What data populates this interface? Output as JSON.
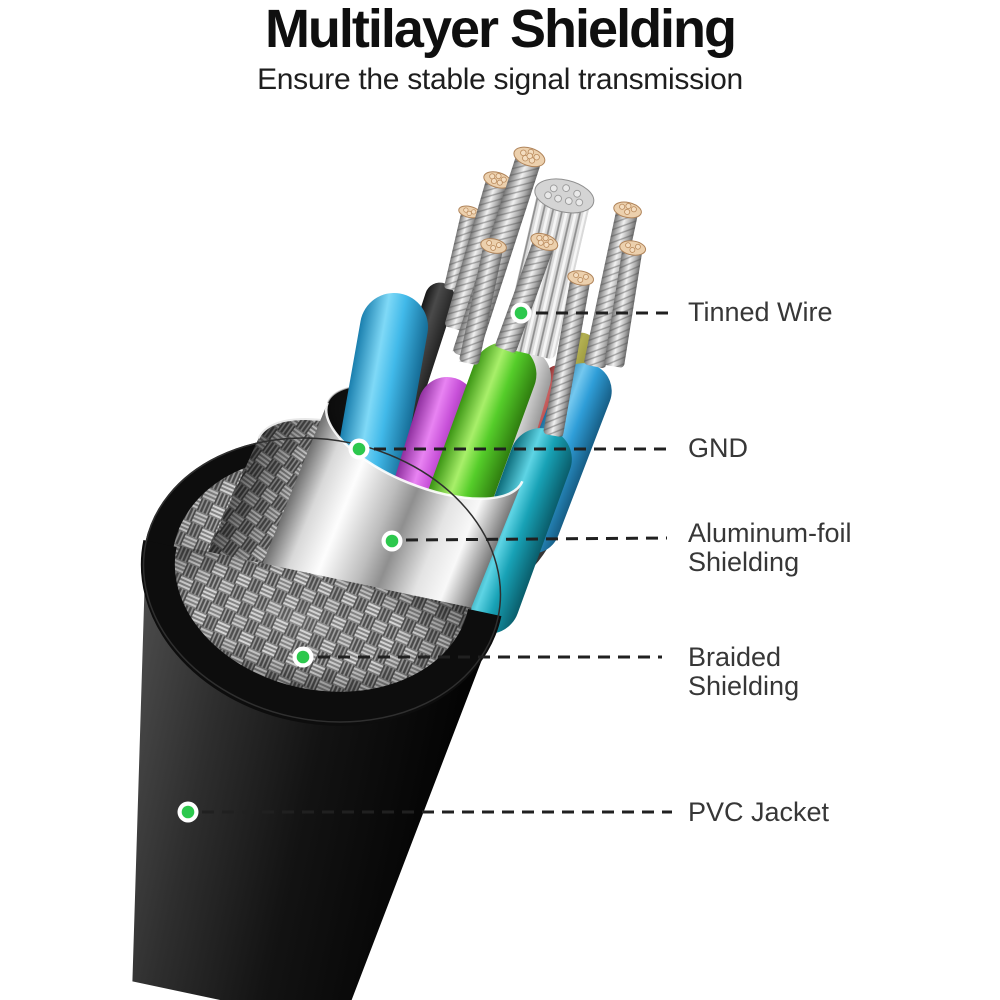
{
  "header": {
    "title": "Multilayer Shielding",
    "subtitle": "Ensure the stable signal transmission"
  },
  "callouts": [
    {
      "id": "tinned-wire",
      "lines": [
        "Tinned Wire"
      ]
    },
    {
      "id": "gnd",
      "lines": [
        "GND"
      ]
    },
    {
      "id": "aluminum-foil-shielding",
      "lines": [
        "Aluminum-foil",
        "Shielding"
      ]
    },
    {
      "id": "braided-shielding",
      "lines": [
        "Braided",
        "Shielding"
      ]
    },
    {
      "id": "pvc-jacket",
      "lines": [
        "PVC Jacket"
      ]
    }
  ],
  "marker": {
    "type": "green-dot",
    "ring": "white"
  },
  "colors": {
    "accent_green": "#2cc84d",
    "title_text": "#0f0f0f",
    "label_text": "#373737",
    "leader_line": "#202020",
    "jacket_black": "#141414",
    "foil_silver": "#d9d9d9",
    "braid_gray": "#9a9a9a",
    "copper_drain": "#d99a60",
    "tin_tip": "#eeceaa",
    "wire_light_blue": "#41b9e9",
    "wire_magenta": "#c750d8",
    "wire_green": "#55cd2a",
    "wire_white": "#dcdcdc",
    "wire_teal": "#18a2b6",
    "wire_blue": "#2f9ed8",
    "wire_olive": "#8f8d33",
    "wire_black": "#2e2e2e",
    "wire_red": "#a83c3c"
  }
}
